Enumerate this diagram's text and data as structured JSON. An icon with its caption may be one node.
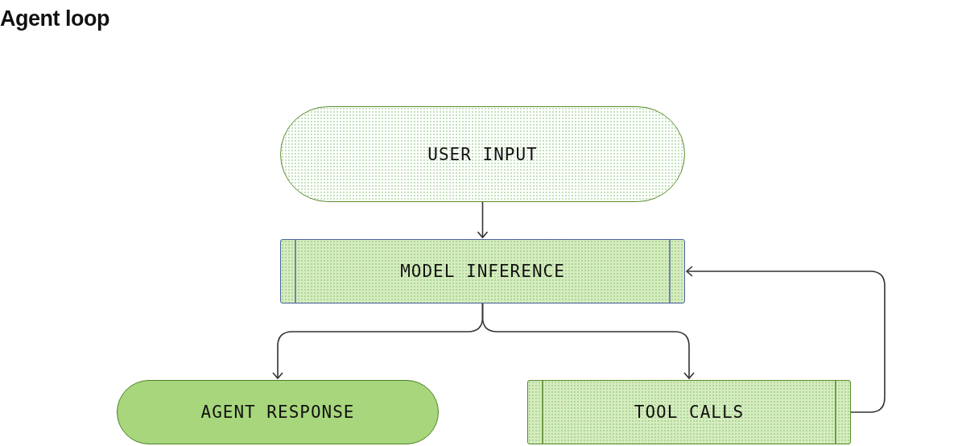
{
  "diagram": {
    "title": "Agent loop",
    "nodes": [
      {
        "text": [
          "USER INPUT"
        ]
      },
      {
        "text": [
          "MODEL INFERENCE"
        ]
      },
      {
        "text": [
          "AGENT RESPONSE"
        ]
      },
      {
        "text": [
          "TOOL CALLS"
        ]
      }
    ],
    "edges": [
      {
        "from": 0,
        "to": 1,
        "arrow": "to"
      },
      {
        "from": 1,
        "to": 2,
        "arrow": "to"
      },
      {
        "from": 1,
        "to": 3,
        "arrow": "to"
      },
      {
        "from": 3,
        "to": 1,
        "arrow": "to"
      }
    ]
  }
}
